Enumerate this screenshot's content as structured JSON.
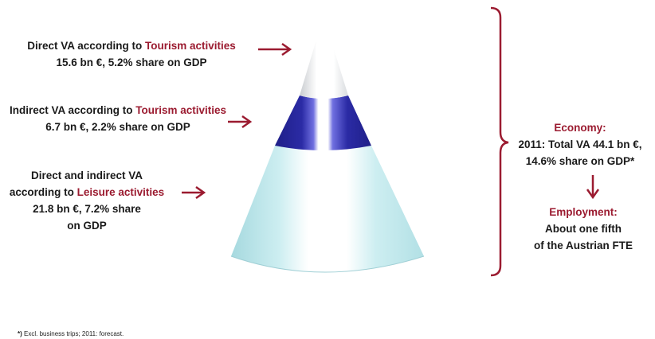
{
  "levels": [
    {
      "line1_prefix": "Direct VA according to ",
      "line1_accent": "Tourism activities",
      "line2": "15.6 bn €, 5.2% share on GDP"
    },
    {
      "line1_prefix": "Indirect VA according to ",
      "line1_accent": "Tourism activities",
      "line2": "6.7 bn €, 2.2% share on GDP"
    },
    {
      "line1": "Direct and indirect VA",
      "line2_prefix": "according to ",
      "line2_accent": "Leisure activities",
      "line3": "21.8 bn €, 7.2% share",
      "line4": "on GDP"
    }
  ],
  "summary": {
    "economy_title": "Economy:",
    "economy_line1": "2011: Total VA 44.1 bn €,",
    "economy_line2": "14.6% share on GDP*",
    "employment_title": "Employment:",
    "employment_line1": "About one fifth",
    "employment_line2": "of the Austrian FTE"
  },
  "footnote": {
    "marker": "*)",
    "text": " Excl. business trips; 2011: forecast."
  },
  "colors": {
    "accent": "#9b1b30",
    "top_segment": "#f4f6f8",
    "middle_segment": "#2a2aa0",
    "bottom_segment": "#bfe6ea"
  }
}
